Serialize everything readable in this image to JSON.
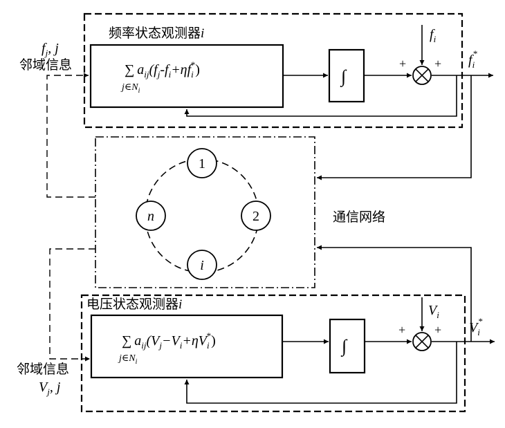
{
  "freq_observer": {
    "title": "频率状态观测器",
    "title_index": "i",
    "input_label_var": "f",
    "input_label_sub": "j",
    "input_label_sep": ", j",
    "neighbor_label": "邻域信息",
    "sum_symbol": "∑",
    "sum_sub_index": "j∈N",
    "sum_sub_sub": "i",
    "coef": "a",
    "coef_sub": "ij",
    "expr_open": "(f",
    "expr_fj_sub": "j",
    "expr_minus": "-f",
    "expr_fi_sub": "i",
    "expr_plus_eta": "+ηf",
    "expr_star_sub": "i",
    "expr_star_sup": "*",
    "expr_close": ")",
    "integrator": "∫",
    "ref_var": "f",
    "ref_sub": "i",
    "plus_left": "+",
    "plus_right": "+",
    "output_var": "f",
    "output_sub": "i",
    "output_sup": "*"
  },
  "network": {
    "label": "通信网络",
    "nodes": [
      "1",
      "2",
      "i",
      "n"
    ]
  },
  "volt_observer": {
    "title": "电压状态观测器",
    "title_index": "i",
    "neighbor_label": "邻域信息",
    "input_label_var": "V",
    "input_label_sub": "j",
    "input_label_sep": ", j",
    "sum_symbol": "∑",
    "sum_sub_index": "j∈N",
    "sum_sub_sub": "i",
    "coef": "a",
    "coef_sub": "ij",
    "expr_open": "(V",
    "expr_vj_sub": "j",
    "expr_minus": "−V",
    "expr_vi_sub": "i",
    "expr_plus_eta": "+ηV",
    "expr_star_sub": "i",
    "expr_star_sup": "*",
    "expr_close": ")",
    "integrator": "∫",
    "ref_var": "V",
    "ref_sub": "i",
    "plus_left": "+",
    "plus_right": "+",
    "output_var": "V",
    "output_sub": "i",
    "output_sup": "*"
  }
}
